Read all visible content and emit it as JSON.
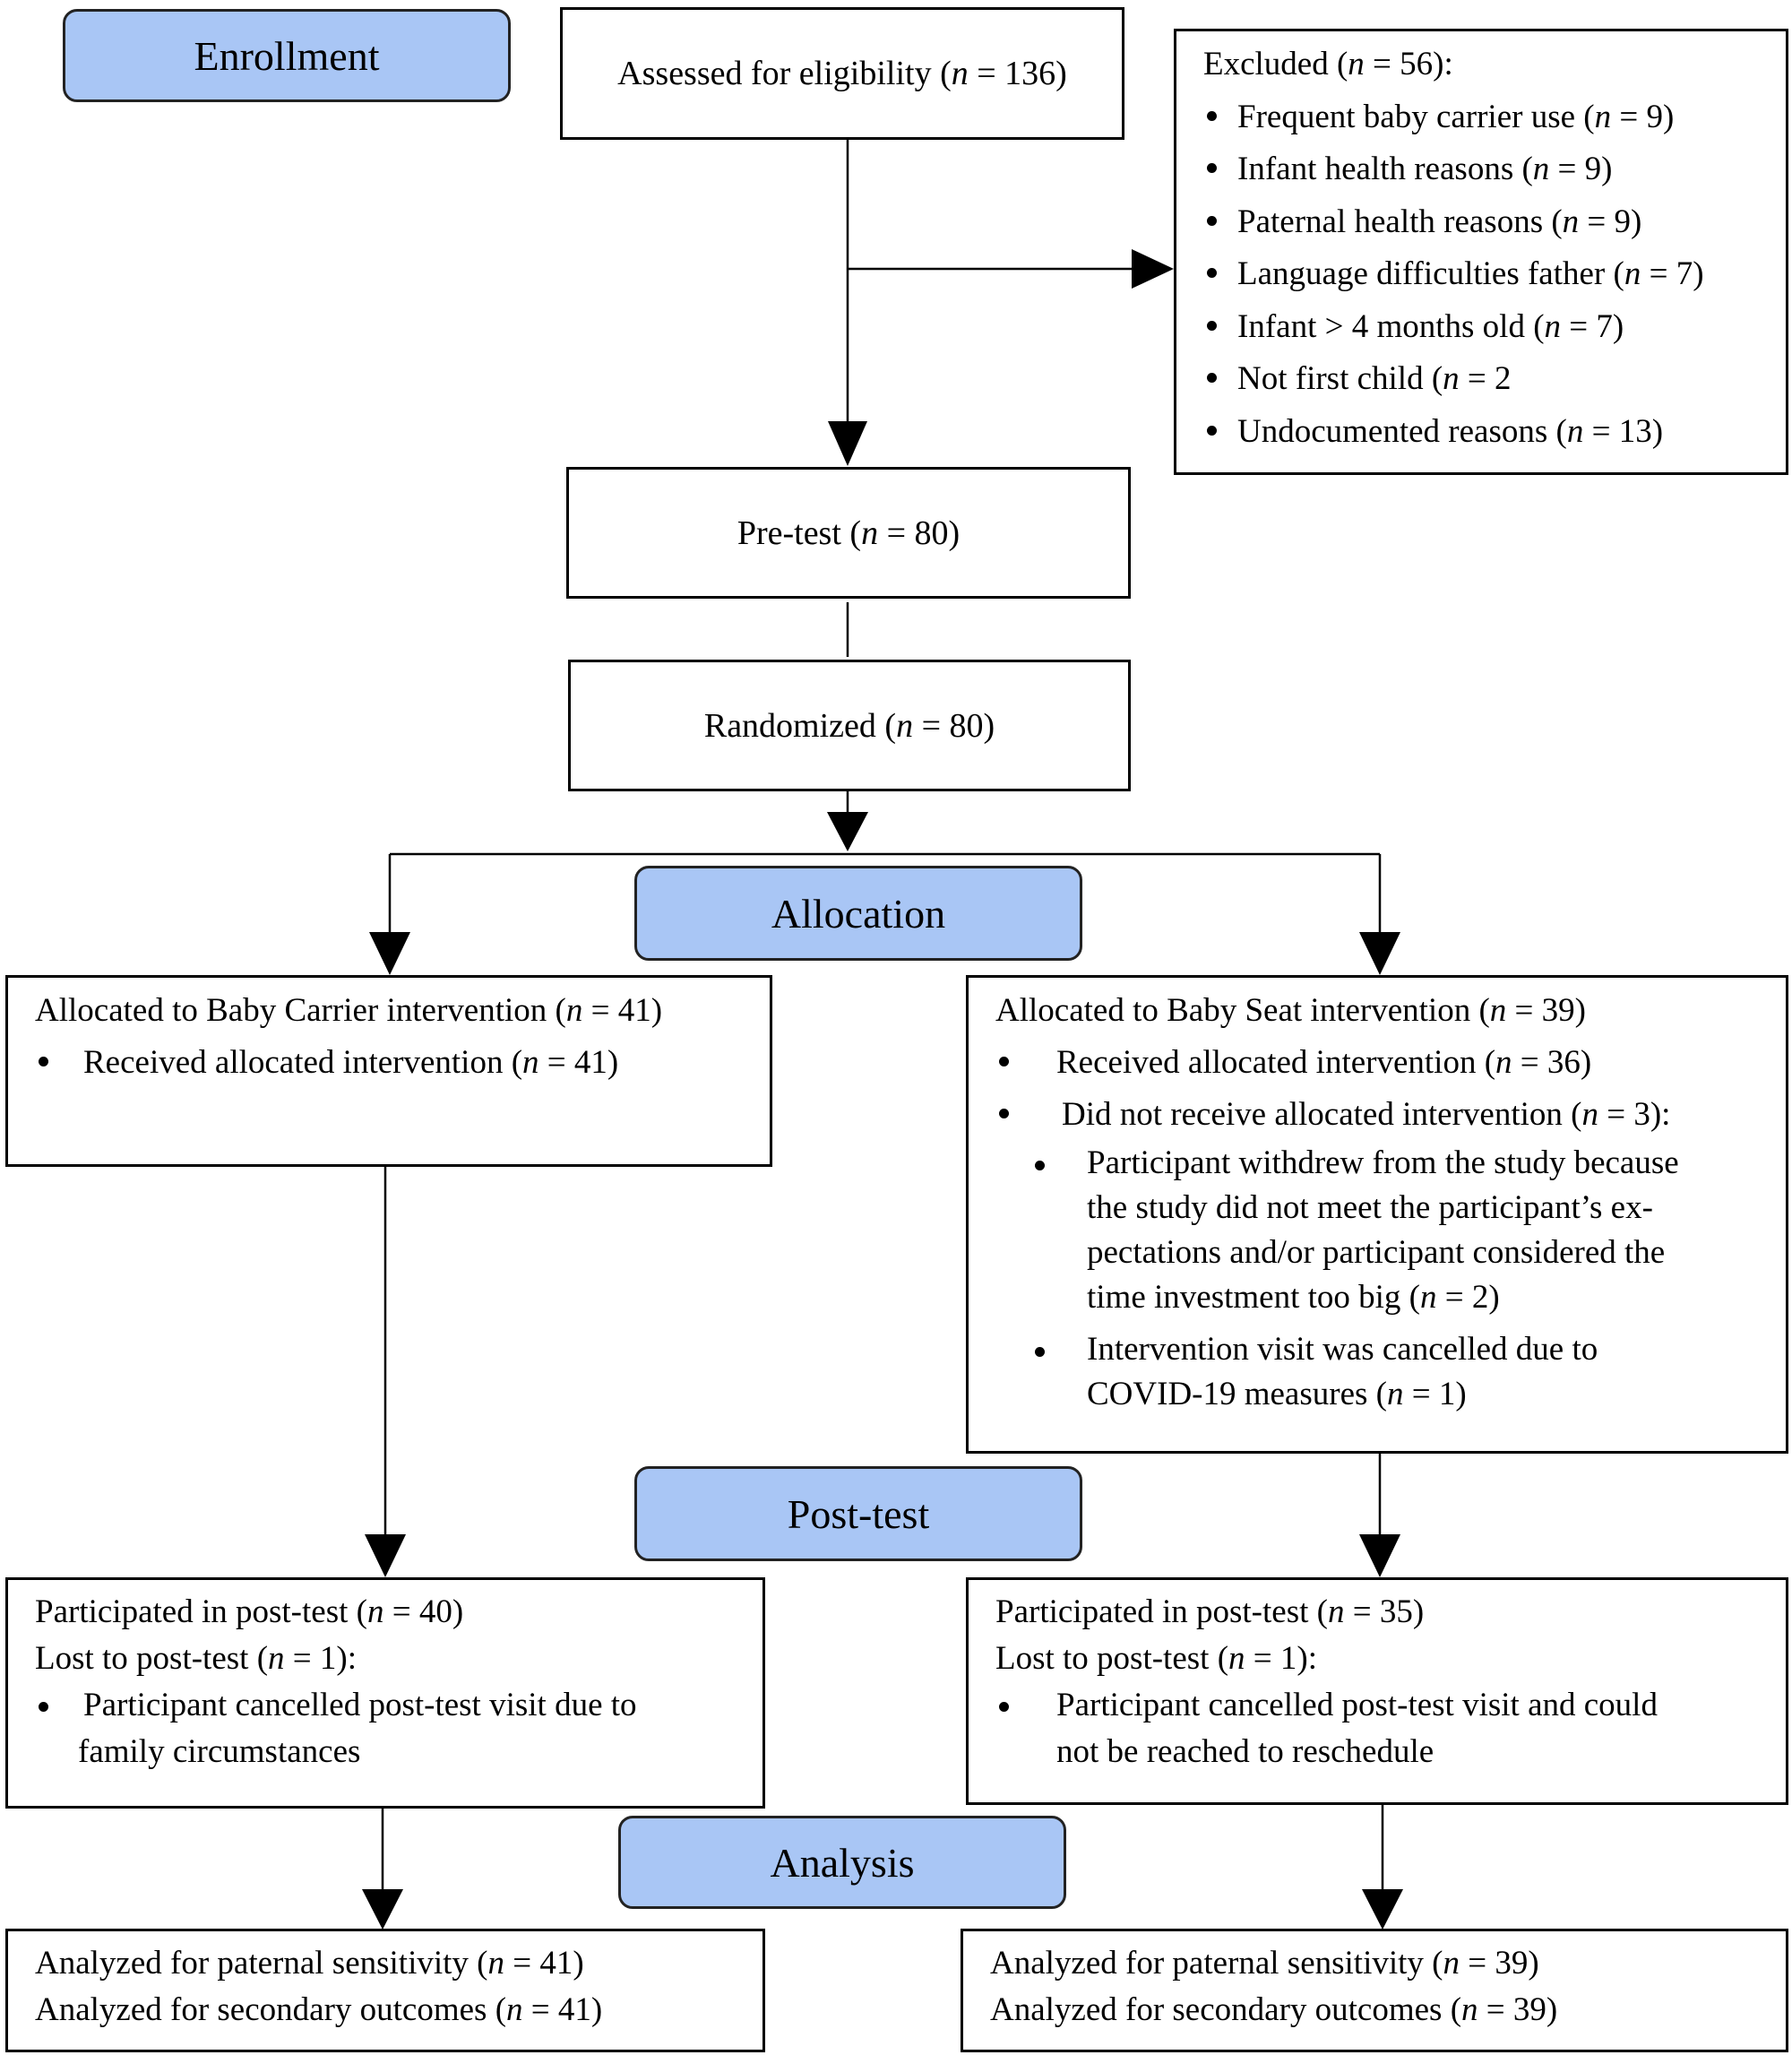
{
  "stages": {
    "enrollment": "Enrollment",
    "allocation": "Allocation",
    "post_test": "Post-test",
    "analysis": "Analysis"
  },
  "assessed": {
    "label": "Assessed for eligibility (",
    "n_sym": "n",
    "n": " = 136)"
  },
  "excluded": {
    "title": {
      "label": "Excluded (",
      "n_sym": "n",
      "n": " = 56):"
    },
    "items": [
      {
        "label": "Frequent baby carrier use (",
        "n_sym": "n",
        "n": " = 9)"
      },
      {
        "label": "Infant health reasons (",
        "n_sym": "n",
        "n": " = 9)"
      },
      {
        "label": "Paternal health reasons (",
        "n_sym": "n",
        "n": " = 9)"
      },
      {
        "label": "Language difficulties father (",
        "n_sym": "n",
        "n": " = 7)"
      },
      {
        "label": "Infant > 4 months old (",
        "n_sym": "n",
        "n": " = 7)"
      },
      {
        "label": "Not first child (",
        "n_sym": "n",
        "n": " = 2"
      },
      {
        "label": "Undocumented reasons (",
        "n_sym": "n",
        "n": " = 13)"
      }
    ]
  },
  "pretest": {
    "label": "Pre-test (",
    "n_sym": "n",
    "n": " = 80)"
  },
  "randomized": {
    "label": "Randomized (",
    "n_sym": "n",
    "n": " = 80)"
  },
  "carrier_alloc": {
    "title": {
      "label": "Allocated to Baby Carrier intervention (",
      "n_sym": "n",
      "n": " = 41)"
    },
    "received": {
      "label": "Received allocated intervention (",
      "n_sym": "n",
      "n": " = 41)"
    }
  },
  "seat_alloc": {
    "title": {
      "label": "Allocated to Baby Seat intervention (",
      "n_sym": "n",
      "n": " = 39)"
    },
    "received": {
      "label": "Received allocated intervention (",
      "n_sym": "n",
      "n": " = 36)"
    },
    "not_received": {
      "label": "Did not receive allocated intervention (",
      "n_sym": "n",
      "n": " = 3):"
    },
    "reason1": {
      "l1": "Participant withdrew from the study because",
      "l2": "the study did not meet the participant’s ex-",
      "l3": "pectations and/or participant considered the",
      "l4": "time investment too big (",
      "n_sym": "n",
      "n": " = 2)"
    },
    "reason2": {
      "l1": "Intervention visit was cancelled due to",
      "l2": "COVID-19 measures (",
      "n_sym": "n",
      "n": " = 1)"
    }
  },
  "carrier_post": {
    "participated": {
      "label": "Participated in post-test (",
      "n_sym": "n",
      "n": " = 40)"
    },
    "lost": {
      "label": "Lost to post-test (",
      "n_sym": "n",
      "n": " = 1):"
    },
    "reason": {
      "l1": "Participant cancelled post-test visit due to",
      "l2": "family circumstances"
    }
  },
  "seat_post": {
    "participated": {
      "label": "Participated in post-test (",
      "n_sym": "n",
      "n": " = 35)"
    },
    "lost": {
      "label": "Lost to post-test (",
      "n_sym": "n",
      "n": " = 1):"
    },
    "reason": {
      "l1": "Participant cancelled post-test visit and could",
      "l2": "not be reached to reschedule"
    }
  },
  "carrier_analysis": {
    "sensitivity": {
      "label": "Analyzed for paternal sensitivity (",
      "n_sym": "n",
      "n": " = 41)"
    },
    "secondary": {
      "label": "Analyzed for secondary outcomes (",
      "n_sym": "n",
      "n": " = 41)"
    }
  },
  "seat_analysis": {
    "sensitivity": {
      "label": "Analyzed for paternal sensitivity (",
      "n_sym": "n",
      "n": " = 39)"
    },
    "secondary": {
      "label": "Analyzed for secondary outcomes (",
      "n_sym": "n",
      "n": " = 39)"
    }
  },
  "colors": {
    "stage_fill": "#a9c6f5",
    "line": "#000000"
  }
}
